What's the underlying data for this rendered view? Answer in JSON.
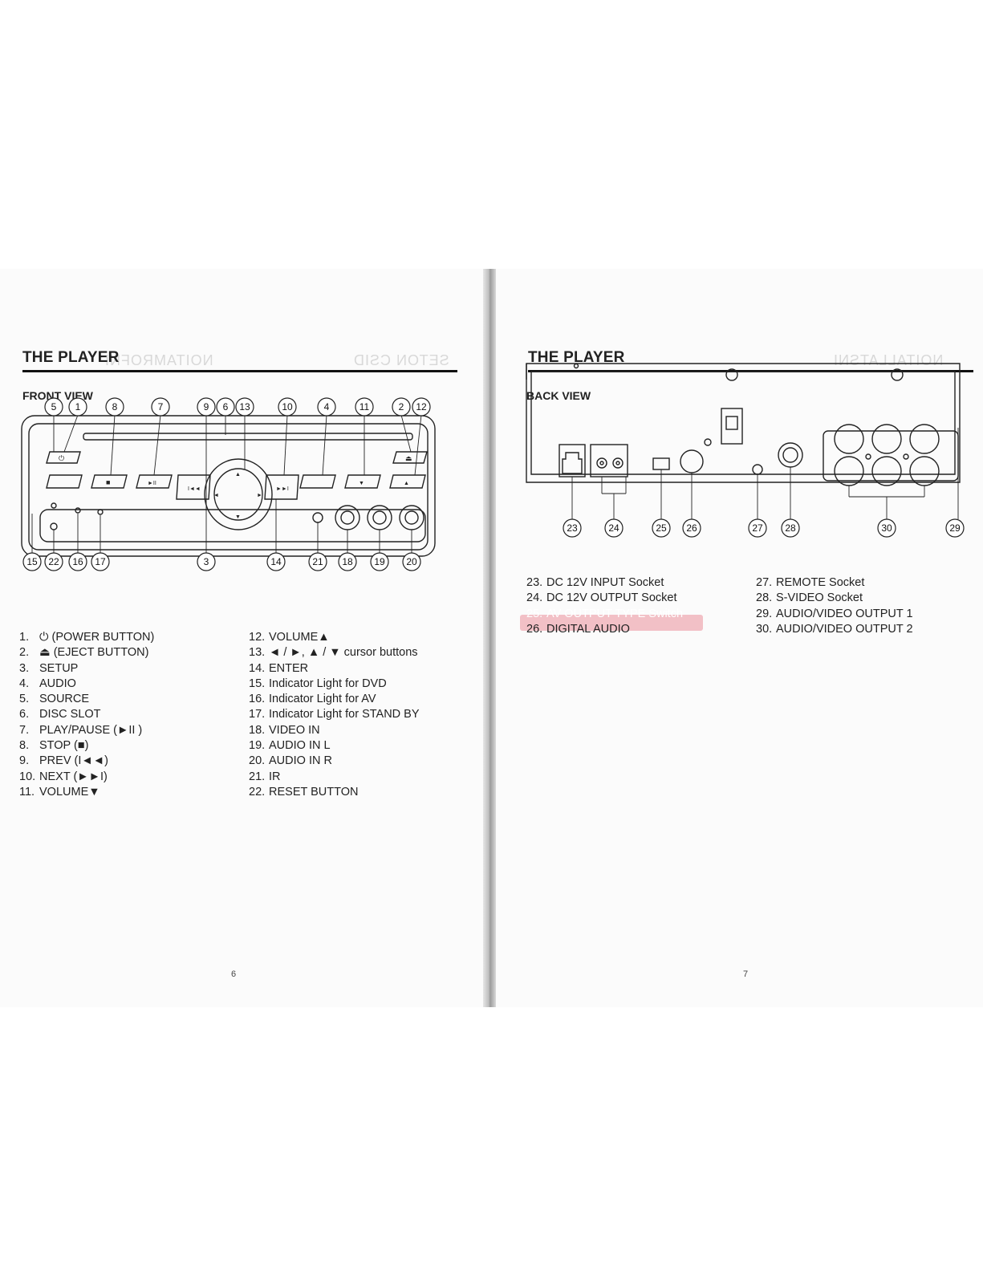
{
  "left_page": {
    "title": "THE PLAYER",
    "subtitle": "FRONT VIEW",
    "ghost_left": "NOITAMROFNI",
    "ghost_right": "SETON CSID",
    "page_number": "6",
    "callouts_top": [
      "5",
      "1",
      "8",
      "7",
      "9",
      "6",
      "13",
      "10",
      "4",
      "11",
      "2",
      "12"
    ],
    "callouts_bottom": [
      "15",
      "22",
      "16",
      "17",
      "3",
      "14",
      "21",
      "18",
      "19",
      "20"
    ],
    "items_col1": [
      {
        "n": "1.",
        "t": "⏻ (POWER BUTTON)"
      },
      {
        "n": "2.",
        "t": "⏏ (EJECT BUTTON)"
      },
      {
        "n": "3.",
        "t": "SETUP"
      },
      {
        "n": "4.",
        "t": "AUDIO"
      },
      {
        "n": "5.",
        "t": "SOURCE"
      },
      {
        "n": "6.",
        "t": "DISC SLOT"
      },
      {
        "n": "7.",
        "t": "PLAY/PAUSE (►II )"
      },
      {
        "n": "8.",
        "t": "STOP (■)"
      },
      {
        "n": "9.",
        "t": "PREV (I◄◄)"
      },
      {
        "n": "10.",
        "t": "NEXT (►►I)"
      },
      {
        "n": "11.",
        "t": "VOLUME▼"
      }
    ],
    "items_col2": [
      {
        "n": "12.",
        "t": "VOLUME▲"
      },
      {
        "n": "13.",
        "t": "◄ / ►, ▲ / ▼ cursor buttons"
      },
      {
        "n": "14.",
        "t": "ENTER"
      },
      {
        "n": "15.",
        "t": "Indicator Light for DVD"
      },
      {
        "n": "16.",
        "t": "Indicator Light for AV"
      },
      {
        "n": "17.",
        "t": "Indicator Light for STAND BY"
      },
      {
        "n": "18.",
        "t": "VIDEO IN"
      },
      {
        "n": "19.",
        "t": "AUDIO IN  L"
      },
      {
        "n": "20.",
        "t": "AUDIO IN  R"
      },
      {
        "n": "21.",
        "t": "IR"
      },
      {
        "n": "22.",
        "t": "RESET BUTTON"
      }
    ]
  },
  "right_page": {
    "title": "THE PLAYER",
    "subtitle": "BACK VIEW",
    "ghost_right": "NOITALLATSNI",
    "page_number": "7",
    "callouts": [
      "23",
      "24",
      "25",
      "26",
      "27",
      "28",
      "30",
      "29"
    ],
    "items_col1": [
      {
        "n": "23.",
        "t": "DC 12V INPUT Socket"
      },
      {
        "n": "24.",
        "t": "DC 12V OUTPUT Socket"
      },
      {
        "n": "25.",
        "t": "AV OUTPUT TYPE Switch"
      },
      {
        "n": "26.",
        "t": "DIGITAL AUDIO"
      }
    ],
    "items_col2": [
      {
        "n": "27.",
        "t": "REMOTE Socket"
      },
      {
        "n": "28.",
        "t": "S-VIDEO Socket"
      },
      {
        "n": "29.",
        "t": "AUDIO/VIDEO OUTPUT 1"
      },
      {
        "n": "30.",
        "t": "AUDIO/VIDEO OUTPUT 2"
      }
    ]
  }
}
